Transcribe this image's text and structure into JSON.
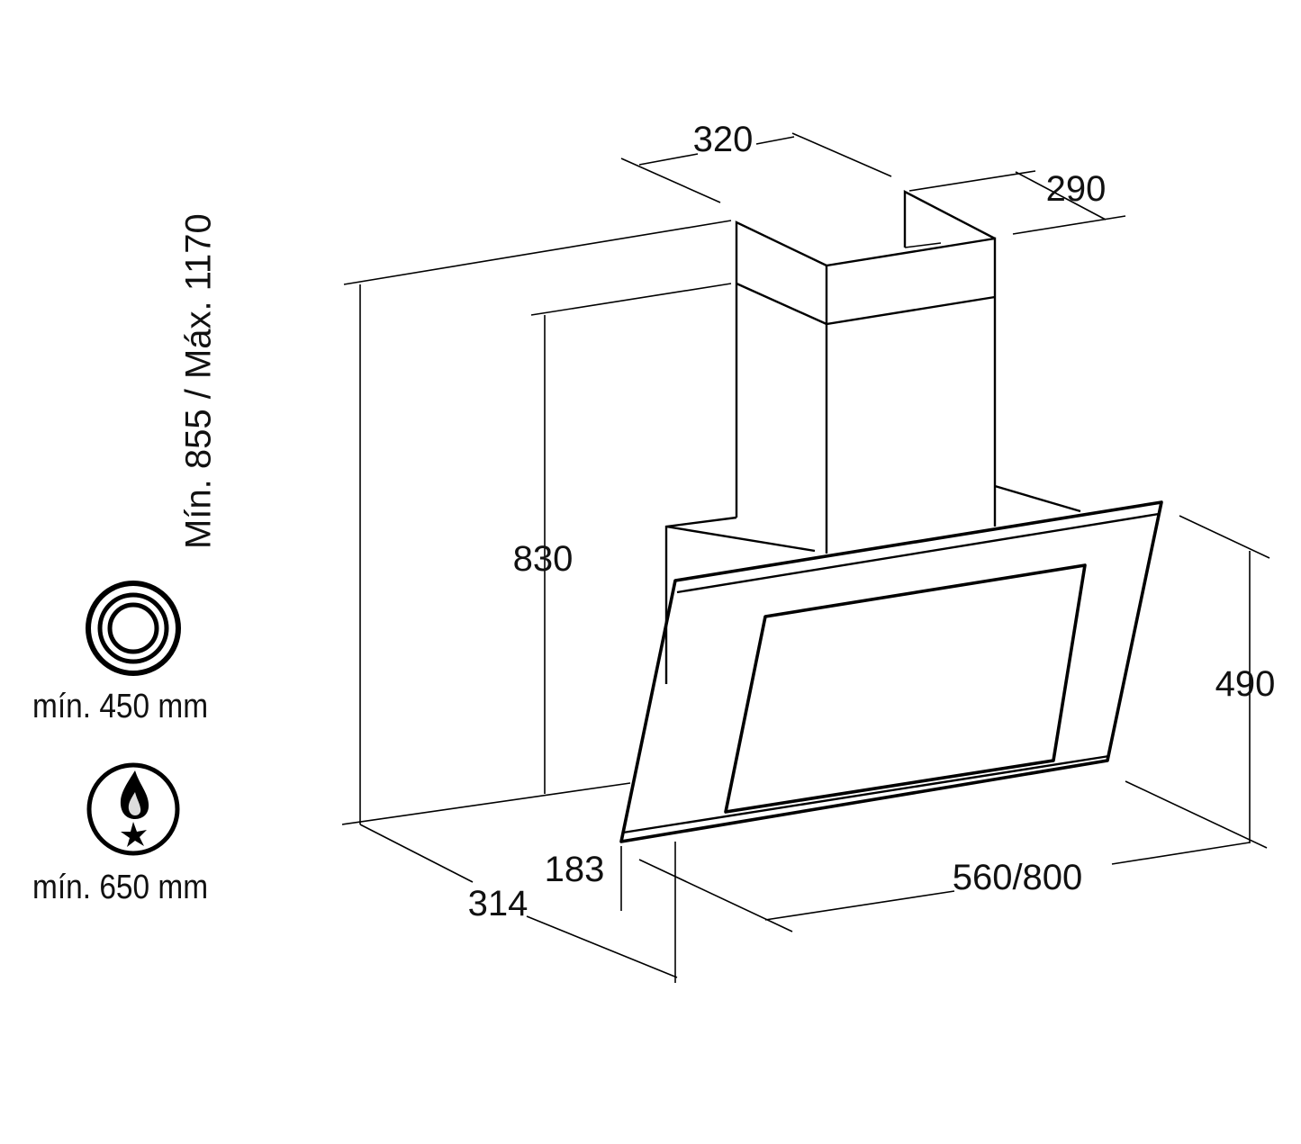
{
  "dimensions": {
    "chimney_width": "320",
    "chimney_depth": "290",
    "total_height": "Mín. 855 / Máx. 1170",
    "chimney_height": "830",
    "glass_height": "490",
    "width": "560/800",
    "depth": "314",
    "front_offset": "183"
  },
  "clearances": [
    {
      "icon": "electric-hob-icon",
      "label": "mín. 450 mm"
    },
    {
      "icon": "gas-hob-icon",
      "label": "mín. 650 mm"
    }
  ]
}
